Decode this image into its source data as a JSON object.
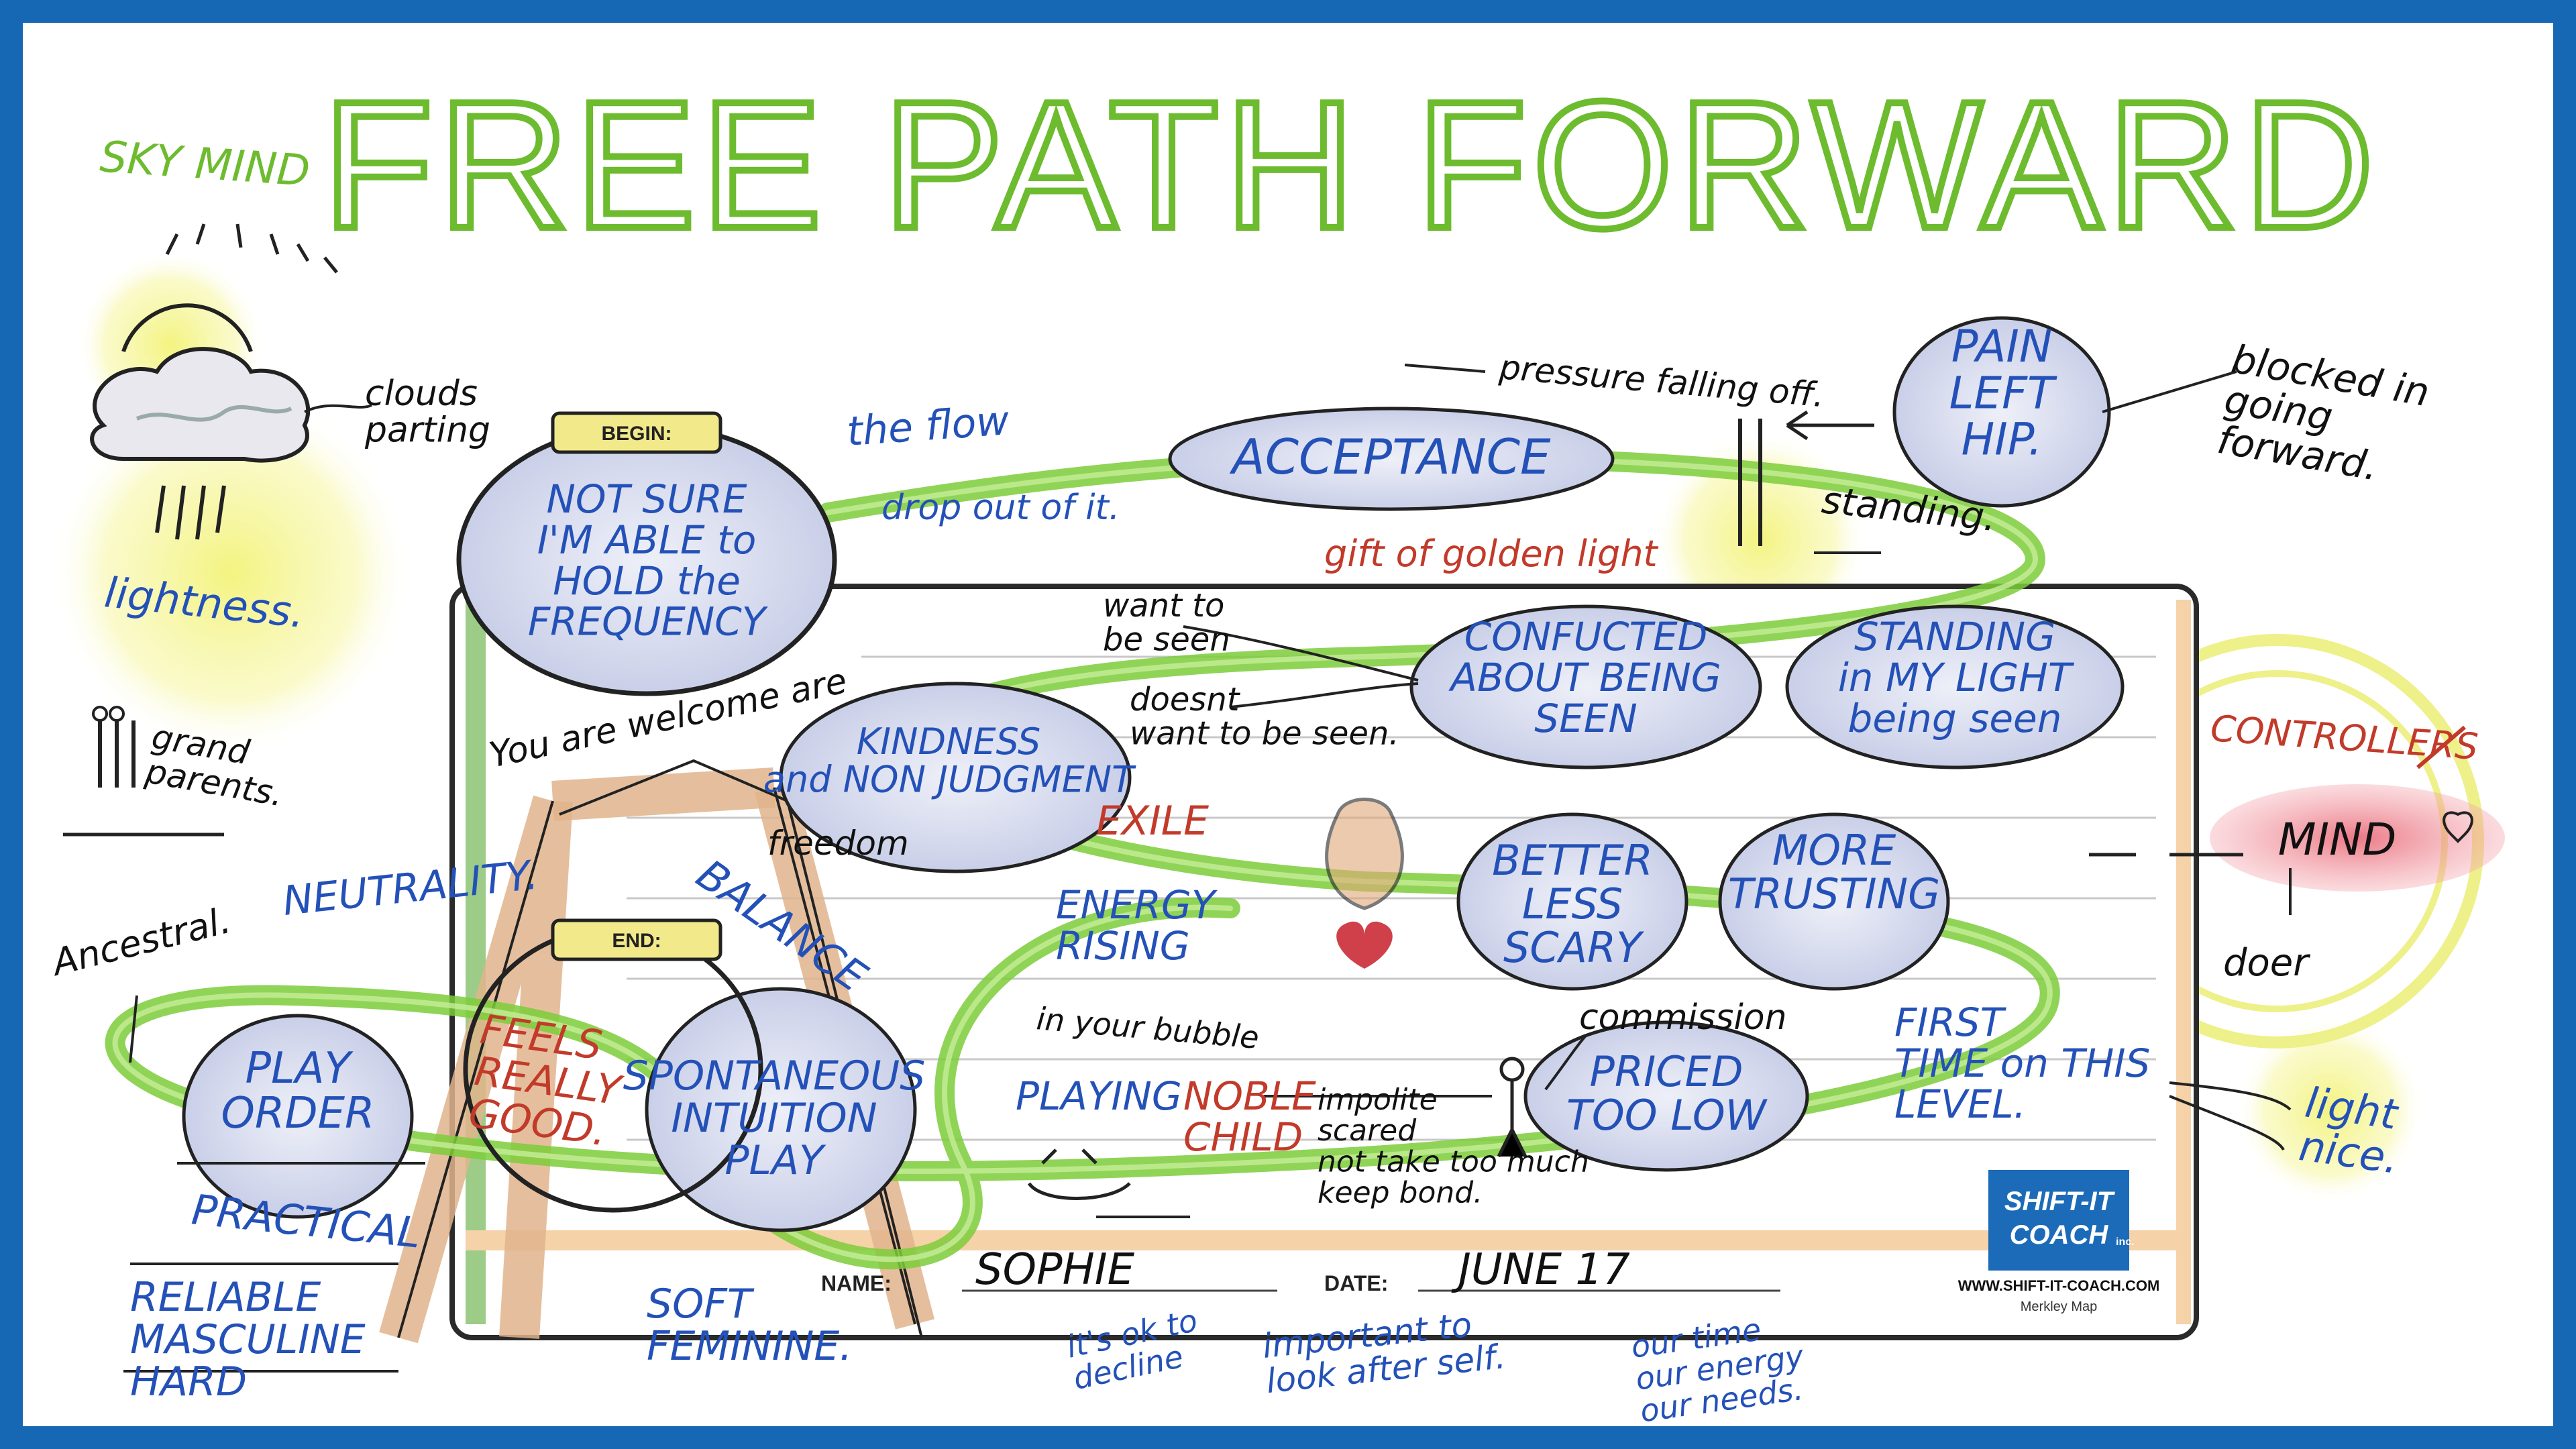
{
  "title": "FREE PATH FORWARD",
  "header_label": "SKY MIND",
  "badges": {
    "begin": "BEGIN:",
    "end": "END:"
  },
  "bubbles": {
    "begin": "NOT SURE|I'M ABLE to|HOLD the|FREQUENCY",
    "acceptance": "ACCEPTANCE",
    "pain": "PAIN|LEFT|HIP.",
    "confucted": "CONFUCTED|ABOUT BEING|SEEN",
    "standing": "STANDING|in MY LIGHT|being seen",
    "kindness": "KINDNESS|and NON JUDGMENT",
    "better": "BETTER|LESS|SCARY",
    "trusting": "MORE|TRUSTING",
    "priced": "PRICED|TOO LOW",
    "play": "PLAY|ORDER",
    "spontaneous": "SPONTANEOUS|INTUITION|PLAY",
    "mind": "MIND"
  },
  "notes": {
    "clouds": "clouds|parting",
    "lightness": "lightness.",
    "grandparents": "grand|parents.",
    "ancestral": "Ancestral.",
    "neutrality": "NEUTRALITY.",
    "balance": "BALANCE",
    "the_flow": "the flow",
    "drop_out": "drop out of it.",
    "pressure": "pressure falling off.",
    "blocked": "blocked in|going|forward.",
    "standing_word": "standing.",
    "gift": "gift of golden light",
    "want_seen": "want to|be seen",
    "doesnt_want": "doesnt|want to be seen.",
    "welcome": "You are welcome are",
    "freedom": "freedom",
    "exile": "EXILE",
    "energy": "ENERGY|RISING",
    "controllers": "CONTROLLERS",
    "doer": "doer",
    "feels_good": "FEELS|REALLY|GOOD.",
    "in_bubble": "in your bubble",
    "playing": "PLAYING",
    "noble_child": "NOBLE|CHILD",
    "impolite": "impolite|scared|not take too much|keep bond.",
    "commission": "commission",
    "first_time": "FIRST|TIME on THIS|LEVEL.",
    "light_nice": "light|nice.",
    "practical": "PRACTICAL",
    "reliable": "RELIABLE|MASCULINE|HARD",
    "soft_feminine": "SOFT|FEMININE.",
    "ok_decline": "it's ok to|decline",
    "important": "important to|look after self.",
    "our_list": "our time|our energy|our needs."
  },
  "form": {
    "name_label": "NAME:",
    "name_value": "SOPHIE",
    "date_label": "DATE:",
    "date_value": "JUNE 17"
  },
  "brand": {
    "logo_line1": "SHIFT-IT",
    "logo_line2": "COACH",
    "logo_suffix": "inc.",
    "url": "WWW.SHIFT-IT-COACH.COM",
    "map": "Merkley Map"
  },
  "colors": {
    "frame": "#1768b4",
    "title": "#6dbb2e",
    "ink_blue": "#2451b8",
    "ink_red": "#c23a2a",
    "bubble": "#d8dcef",
    "glow": "#f0f08a"
  }
}
